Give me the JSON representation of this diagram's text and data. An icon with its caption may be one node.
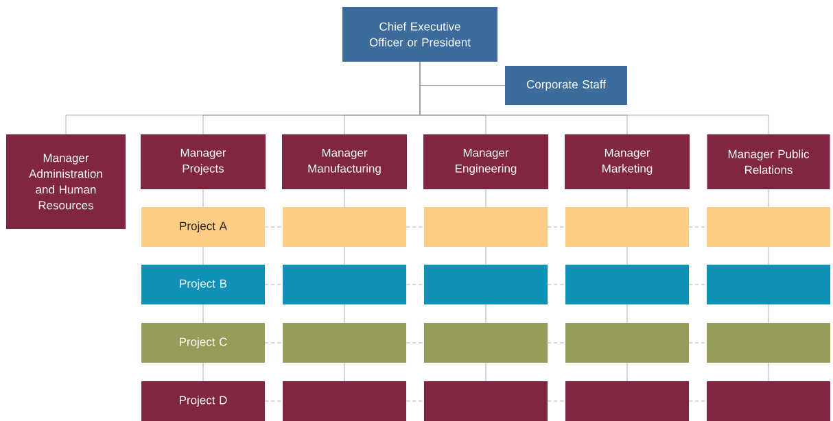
{
  "diagram": {
    "nodes": [
      {
        "text": [
          "Chief Executive Officer or President"
        ]
      },
      {
        "text": [
          "Corporate Staff"
        ]
      },
      {
        "text": [
          "Manager Administration and Human Resources"
        ]
      },
      {
        "text": [
          "Manager Projects"
        ]
      },
      {
        "text": [
          "Manager Manufacturing"
        ]
      },
      {
        "text": [
          "Manager Engineering"
        ]
      },
      {
        "text": [
          "Manager Marketing"
        ]
      },
      {
        "text": [
          "Manager Public Relations"
        ]
      },
      {
        "text": [
          "Project A"
        ]
      },
      {
        "text": [],
        "shape": "box"
      },
      {
        "text": [],
        "shape": "box"
      },
      {
        "text": [],
        "shape": "box"
      },
      {
        "text": [],
        "shape": "box"
      },
      {
        "text": [
          "Project B"
        ]
      },
      {
        "text": [],
        "shape": "box"
      },
      {
        "text": [],
        "shape": "box"
      },
      {
        "text": [],
        "shape": "box"
      },
      {
        "text": [],
        "shape": "box"
      },
      {
        "text": [
          "Project C"
        ]
      },
      {
        "text": [],
        "shape": "box"
      },
      {
        "text": [],
        "shape": "box"
      },
      {
        "text": [],
        "shape": "box"
      },
      {
        "text": [],
        "shape": "box"
      },
      {
        "text": [
          "Project D"
        ]
      },
      {
        "text": [],
        "shape": "box"
      },
      {
        "text": [],
        "shape": "box"
      },
      {
        "text": [],
        "shape": "box"
      },
      {
        "text": [],
        "shape": "box"
      }
    ],
    "edges": [
      {
        "from": 0,
        "to": 1,
        "arrow": "none"
      },
      {
        "from": 0,
        "to": 2,
        "arrow": "none"
      },
      {
        "from": 0,
        "to": 3,
        "arrow": "none"
      },
      {
        "from": 0,
        "to": 4,
        "arrow": "none"
      },
      {
        "from": 0,
        "to": 5,
        "arrow": "none"
      },
      {
        "from": 0,
        "to": 6,
        "arrow": "none"
      },
      {
        "from": 0,
        "to": 7,
        "arrow": "none"
      },
      {
        "from": 3,
        "to": 8,
        "arrow": "none"
      },
      {
        "from": 8,
        "to": 13,
        "arrow": "none"
      },
      {
        "from": 13,
        "to": 18,
        "arrow": "none"
      },
      {
        "from": 18,
        "to": 23,
        "arrow": "none"
      },
      {
        "from": 4,
        "to": 9,
        "arrow": "none"
      },
      {
        "from": 9,
        "to": 14,
        "arrow": "none"
      },
      {
        "from": 14,
        "to": 19,
        "arrow": "none"
      },
      {
        "from": 19,
        "to": 24,
        "arrow": "none"
      },
      {
        "from": 5,
        "to": 10,
        "arrow": "none"
      },
      {
        "from": 10,
        "to": 15,
        "arrow": "none"
      },
      {
        "from": 15,
        "to": 20,
        "arrow": "none"
      },
      {
        "from": 20,
        "to": 25,
        "arrow": "none"
      },
      {
        "from": 6,
        "to": 11,
        "arrow": "none"
      },
      {
        "from": 11,
        "to": 16,
        "arrow": "none"
      },
      {
        "from": 16,
        "to": 21,
        "arrow": "none"
      },
      {
        "from": 21,
        "to": 26,
        "arrow": "none"
      },
      {
        "from": 7,
        "to": 12,
        "arrow": "none"
      },
      {
        "from": 12,
        "to": 17,
        "arrow": "none"
      },
      {
        "from": 17,
        "to": 22,
        "arrow": "none"
      },
      {
        "from": 22,
        "to": 27,
        "arrow": "none"
      },
      {
        "from": 8,
        "to": 9,
        "arrow": "none",
        "style": "dashed"
      },
      {
        "from": 9,
        "to": 10,
        "arrow": "none",
        "style": "dashed"
      },
      {
        "from": 10,
        "to": 11,
        "arrow": "none",
        "style": "dashed"
      },
      {
        "from": 11,
        "to": 12,
        "arrow": "none",
        "style": "dashed"
      },
      {
        "from": 13,
        "to": 14,
        "arrow": "none",
        "style": "dashed"
      },
      {
        "from": 14,
        "to": 15,
        "arrow": "none",
        "style": "dashed"
      },
      {
        "from": 15,
        "to": 16,
        "arrow": "none",
        "style": "dashed"
      },
      {
        "from": 16,
        "to": 17,
        "arrow": "none",
        "style": "dashed"
      },
      {
        "from": 18,
        "to": 19,
        "arrow": "none",
        "style": "dashed"
      },
      {
        "from": 19,
        "to": 20,
        "arrow": "none",
        "style": "dashed"
      },
      {
        "from": 20,
        "to": 21,
        "arrow": "none",
        "style": "dashed"
      },
      {
        "from": 21,
        "to": 22,
        "arrow": "none",
        "style": "dashed"
      },
      {
        "from": 23,
        "to": 24,
        "arrow": "none",
        "style": "dashed"
      },
      {
        "from": 24,
        "to": 25,
        "arrow": "none",
        "style": "dashed"
      },
      {
        "from": 25,
        "to": 26,
        "arrow": "none",
        "style": "dashed"
      },
      {
        "from": 26,
        "to": 27,
        "arrow": "none",
        "style": "dashed"
      }
    ]
  }
}
